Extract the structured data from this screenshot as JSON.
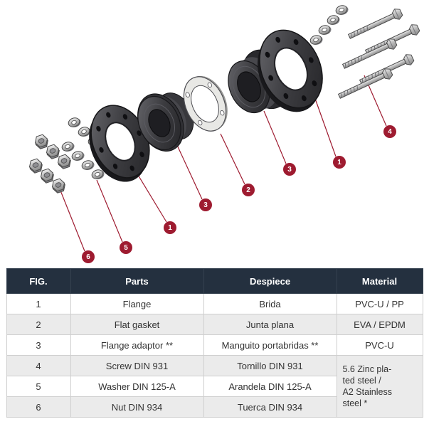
{
  "diagram": {
    "callouts": [
      {
        "label": "4"
      },
      {
        "label": "1"
      },
      {
        "label": "3"
      },
      {
        "label": "2"
      },
      {
        "label": "3"
      },
      {
        "label": "1"
      },
      {
        "label": "5"
      },
      {
        "label": "6"
      }
    ]
  },
  "table": {
    "headers": [
      "FIG.",
      "Parts",
      "Despiece",
      "Material"
    ],
    "rows": [
      {
        "fig": "1",
        "part": "Flange",
        "despiece": "Brida",
        "material": "PVC-U / PP"
      },
      {
        "fig": "2",
        "part": "Flat gasket",
        "despiece": "Junta plana",
        "material": "EVA / EPDM"
      },
      {
        "fig": "3",
        "part": "Flange adaptor **",
        "despiece": "Manguito portabridas **",
        "material": "PVC-U"
      },
      {
        "fig": "4",
        "part": "Screw DIN 931",
        "despiece": "Tornillo DIN 931"
      },
      {
        "fig": "5",
        "part": "Washer DIN 125-A",
        "despiece": "Arandela DIN 125-A"
      },
      {
        "fig": "6",
        "part": "Nut DIN 934",
        "despiece": "Tuerca DIN 934"
      }
    ],
    "merged_material": "5.6 Zinc pla-\nted steel /\nA2 Stainless\nsteel *"
  },
  "colors": {
    "header_bg": "#24303f",
    "callout_accent": "#9e1b30",
    "row_alt_bg": "#ebebeb"
  }
}
